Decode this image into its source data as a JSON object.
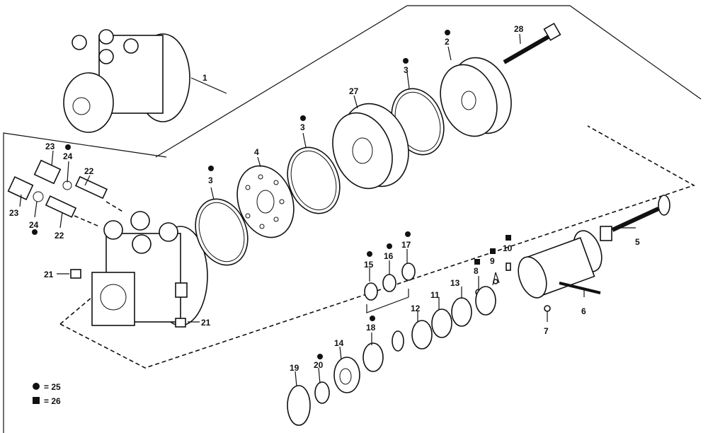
{
  "labels": {
    "l1": "1",
    "l2": "2",
    "l3a": "3",
    "l3b": "3",
    "l3c": "3",
    "l4": "4",
    "l5": "5",
    "l6": "6",
    "l7": "7",
    "l8": "8",
    "l9": "9",
    "l10": "10",
    "l11": "11",
    "l12": "12",
    "l13": "13",
    "l14": "14",
    "l15": "15",
    "l16": "16",
    "l17": "17",
    "l18": "18",
    "l19": "19",
    "l20": "20",
    "l21a": "21",
    "l21b": "21",
    "l22a": "22",
    "l22b": "22",
    "l23a": "23",
    "l23b": "23",
    "l24a": "24",
    "l24b": "24",
    "l27": "27",
    "l28": "28"
  },
  "legend": {
    "circle_text": "= 25",
    "square_text": "= 26"
  }
}
